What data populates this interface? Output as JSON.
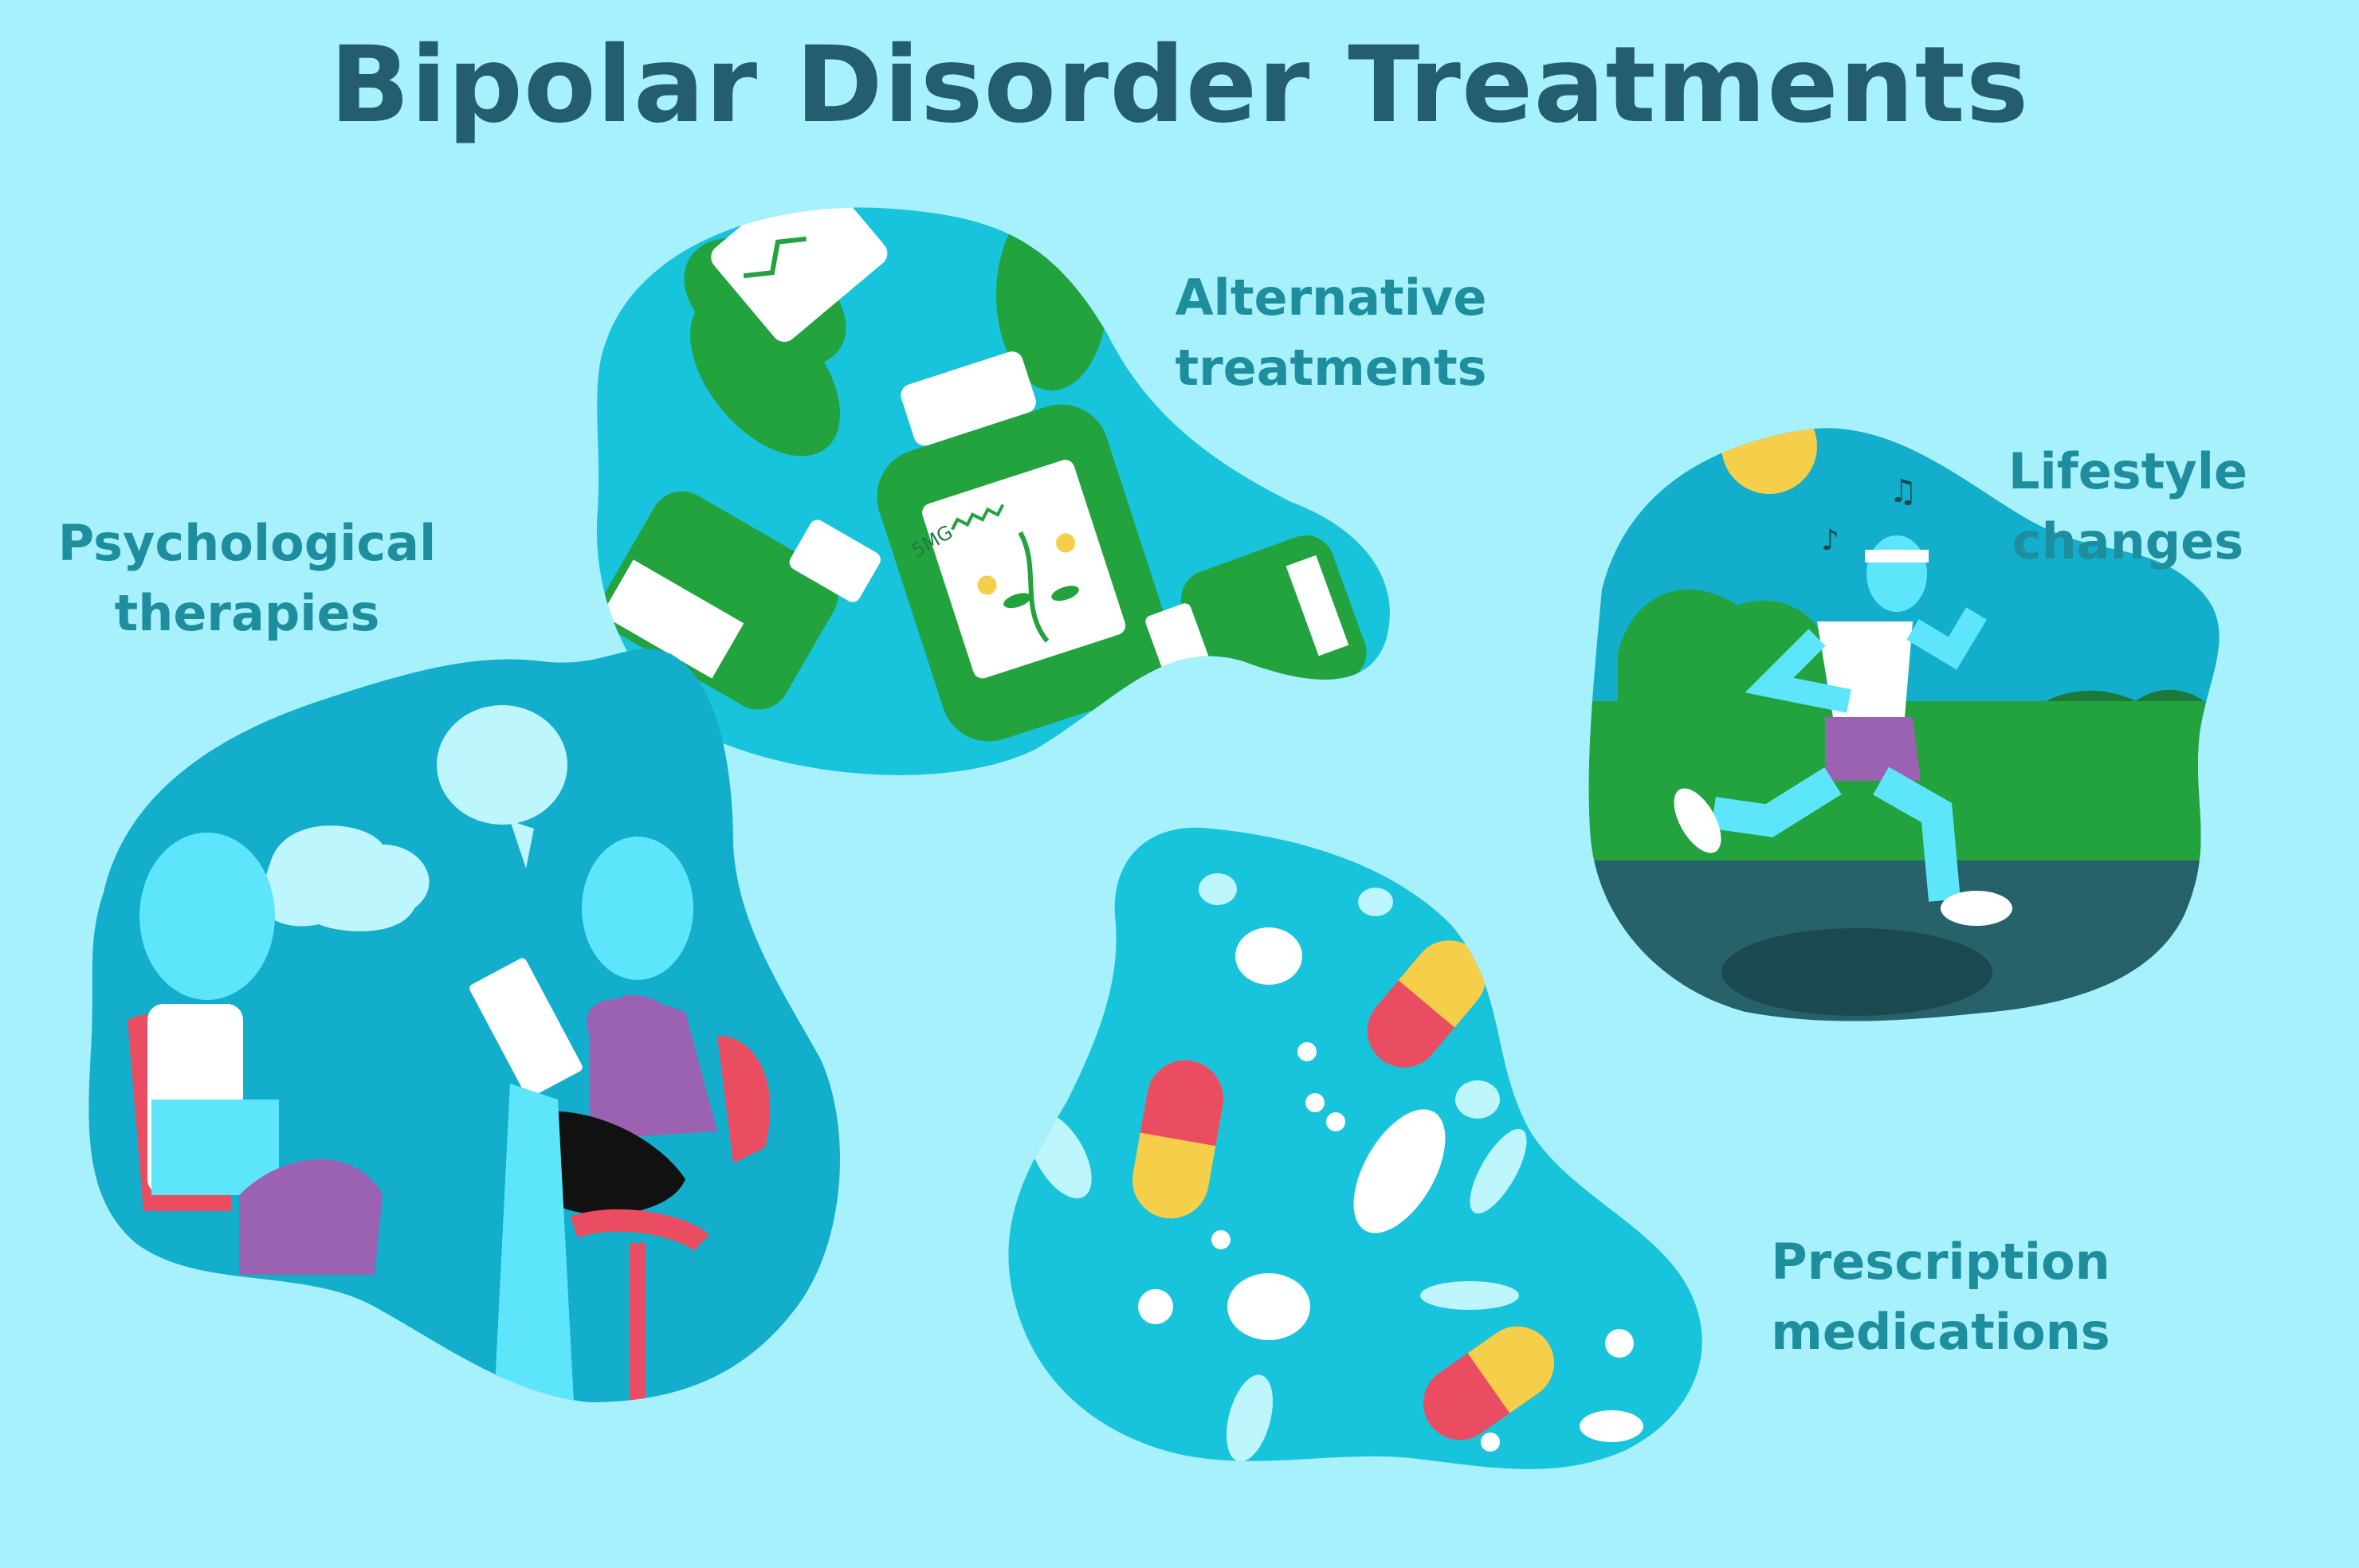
{
  "title": "Bipolar Disorder Treatments",
  "colors": {
    "background": "#a6f1fb",
    "title": "#245e6e",
    "label": "#1e8e9e",
    "blob": "#18c3dc",
    "green": "#22a33e",
    "dark_green": "#1b7a3a",
    "red": "#ea4d62",
    "yellow": "#f6cf4a",
    "purple": "#9a62b0",
    "white": "#ffffff"
  },
  "treatments": [
    {
      "line1": "Alternative",
      "line2": "treatments",
      "icon": "herbal-supplement-bottles-icon"
    },
    {
      "line1": "Psychological",
      "line2": "therapies",
      "icon": "therapy-session-icon"
    },
    {
      "line1": "Lifestyle",
      "line2": "changes",
      "icon": "running-person-icon"
    },
    {
      "line1": "Prescription",
      "line2": "medications",
      "icon": "pills-icon"
    }
  ],
  "bottle_label": "5MG"
}
